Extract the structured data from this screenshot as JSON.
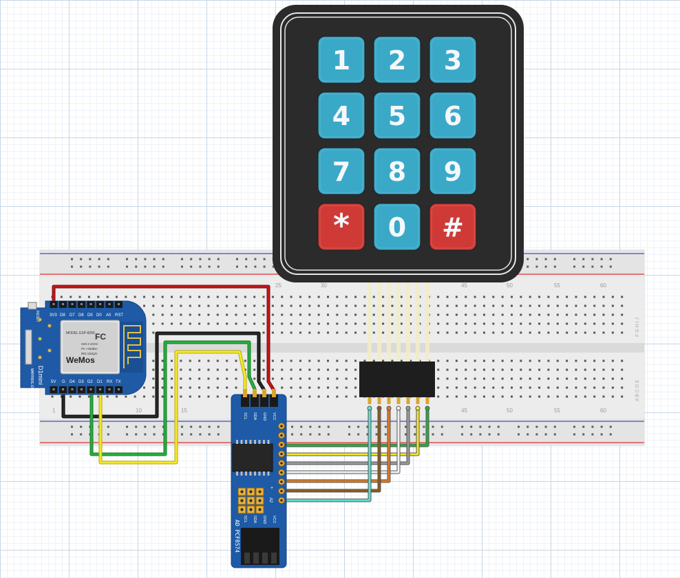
{
  "colors": {
    "keypad_body": "#2b2b2b",
    "key_blue": "#3aa9c8",
    "key_red": "#d03a36",
    "pcb_blue": "#1e5aa6",
    "wire_red": "#c0161b",
    "wire_black": "#1a1a1a",
    "wire_green": "#27ae3c",
    "wire_yellow": "#f4e82a",
    "wire_gray": "#9a9a9a",
    "wire_white": "#f2f2f2",
    "wire_orange": "#e07a22",
    "wire_brown": "#8c5a1c",
    "wire_cyan": "#5fe0d0"
  },
  "keypad": {
    "keys": [
      {
        "label": "1",
        "color": "blue"
      },
      {
        "label": "2",
        "color": "blue"
      },
      {
        "label": "3",
        "color": "blue"
      },
      {
        "label": "4",
        "color": "blue"
      },
      {
        "label": "5",
        "color": "blue"
      },
      {
        "label": "6",
        "color": "blue"
      },
      {
        "label": "7",
        "color": "blue"
      },
      {
        "label": "8",
        "color": "blue"
      },
      {
        "label": "9",
        "color": "blue"
      },
      {
        "label": "*",
        "color": "red"
      },
      {
        "label": "0",
        "color": "blue"
      },
      {
        "label": "#",
        "color": "red"
      }
    ]
  },
  "breadboard": {
    "column_numbers_top": [
      "25",
      "30",
      "45",
      "50",
      "55",
      "60"
    ],
    "column_numbers_bottom": [
      "1",
      "10",
      "15",
      "45",
      "50",
      "55",
      "60"
    ],
    "row_letters_top": "F G H I J",
    "row_letters_bottom": "A B C D E"
  },
  "d1mini": {
    "top_pins": [
      "3V3",
      "D8",
      "D7",
      "D6",
      "D5",
      "D0",
      "A0",
      "RST"
    ],
    "bottom_pins": [
      "5V",
      "G",
      "D4",
      "D3",
      "D2",
      "D1",
      "RX",
      "TX"
    ],
    "reset_label": "RESET",
    "logo": "WeMos",
    "model_text": "MODEL ESP-8266",
    "spec_lines": [
      "ISM 2.4GHz",
      "PA +25dBm",
      "802.11b/g/n"
    ],
    "name": "D1mini",
    "url": "wemos.cc",
    "fc_mark": "FC"
  },
  "pcf8574": {
    "top_pins": [
      "SCL",
      "SDA",
      "GND",
      "VCC"
    ],
    "bottom_pins": [
      "SCL",
      "SDA",
      "GND",
      "VCC"
    ],
    "address_labels": [
      "A2",
      "+"
    ],
    "name": "AD PCF8574"
  }
}
